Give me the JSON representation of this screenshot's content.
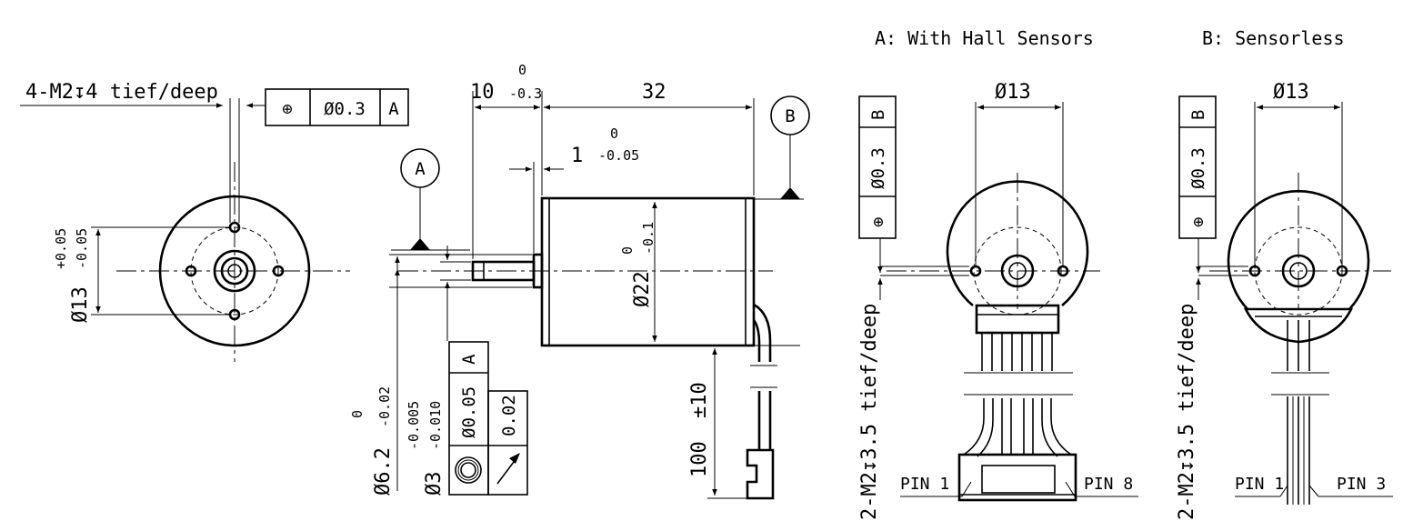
{
  "headings": {
    "hall": "A: With Hall Sensors",
    "sensorless": "B: Sensorless"
  },
  "front_view": {
    "thread_note": "4-M2↧4 tief/deep",
    "fcf": {
      "symbol": "⊕",
      "value": "Ø0.3",
      "datum": "A"
    },
    "dia_main": "Ø13",
    "dia_tol_plus": "+0.05",
    "dia_tol_minus": "-0.05"
  },
  "side_view": {
    "len_shaft": "10",
    "len_shaft_tol_upper": "0",
    "len_shaft_tol_lower": "-0.3",
    "len_body": "32",
    "len_boss": "1",
    "len_boss_tol_upper": "0",
    "len_boss_tol_lower": "-0.05",
    "datum_a": "A",
    "datum_b": "B",
    "dia_body": "Ø22",
    "dia_body_tol_upper": "0",
    "dia_body_tol_lower": "-0.1",
    "dia_boss": "Ø6.2",
    "dia_boss_tol_upper": "0",
    "dia_boss_tol_lower": "-0.02",
    "dia_shaft": "Ø3",
    "dia_shaft_tol_upper": "-0.005",
    "dia_shaft_tol_lower": "-0.010",
    "fcf_concentric": {
      "symbol": "◎",
      "value": "Ø0.05",
      "datum": "A"
    },
    "fcf_runout": {
      "symbol": "↗",
      "value": "0.02"
    },
    "lead_len": "100",
    "lead_tol": "±10"
  },
  "rear_hall": {
    "dia": "Ø13",
    "fcf": {
      "symbol": "⊕",
      "value": "Ø0.3",
      "datum": "B"
    },
    "thread_note": "2-M2↧3.5 tief/deep",
    "pin_left": "PIN 1",
    "pin_right": "PIN 8"
  },
  "rear_sensorless": {
    "dia": "Ø13",
    "fcf": {
      "symbol": "⊕",
      "value": "Ø0.3",
      "datum": "B"
    },
    "thread_note": "2-M2↧3.5  tief/deep",
    "pin_left": "PIN 1",
    "pin_right": "PIN 3"
  }
}
